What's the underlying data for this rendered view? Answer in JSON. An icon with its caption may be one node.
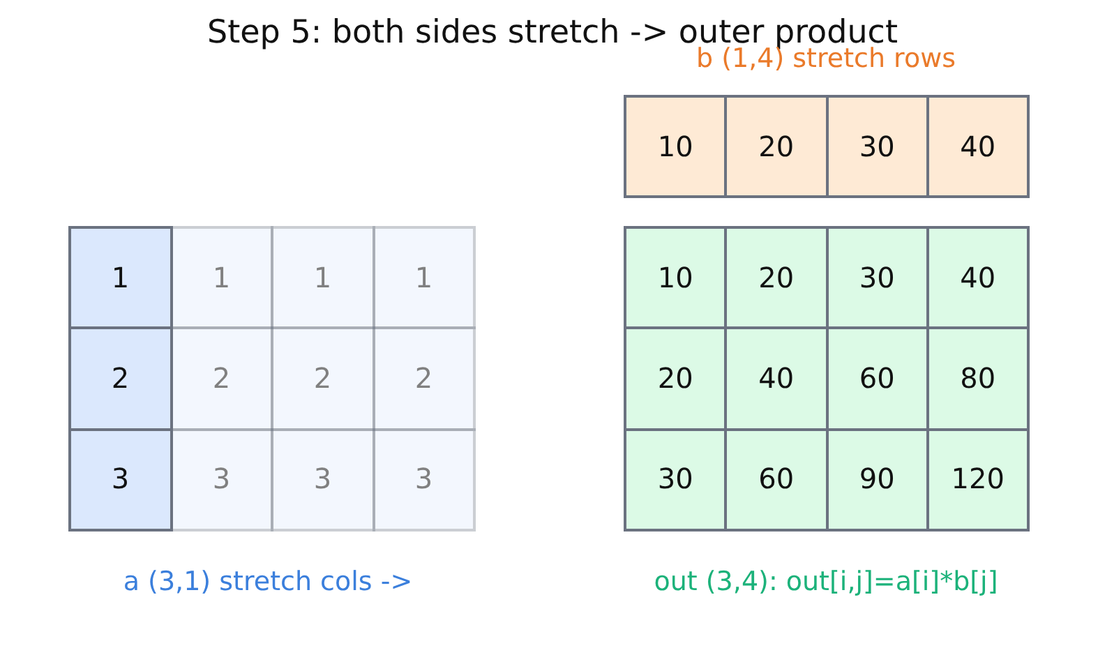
{
  "diagram": {
    "title": "Step 5: both sides stretch -> outer product",
    "nodes": [
      {
        "text": [
          "10"
        ]
      },
      {
        "text": [
          "20"
        ]
      },
      {
        "text": [
          "30"
        ]
      },
      {
        "text": [
          "40"
        ]
      },
      {
        "text": [
          "1"
        ]
      },
      {
        "text": [
          "1"
        ]
      },
      {
        "text": [
          "1"
        ]
      },
      {
        "text": [
          "1"
        ]
      },
      {
        "text": [
          "2"
        ]
      },
      {
        "text": [
          "2"
        ]
      },
      {
        "text": [
          "2"
        ]
      },
      {
        "text": [
          "2"
        ]
      },
      {
        "text": [
          "3"
        ]
      },
      {
        "text": [
          "3"
        ]
      },
      {
        "text": [
          "3"
        ]
      },
      {
        "text": [
          "3"
        ]
      },
      {
        "text": [
          "10"
        ]
      },
      {
        "text": [
          "20"
        ]
      },
      {
        "text": [
          "30"
        ]
      },
      {
        "text": [
          "40"
        ]
      },
      {
        "text": [
          "20"
        ]
      },
      {
        "text": [
          "40"
        ]
      },
      {
        "text": [
          "60"
        ]
      },
      {
        "text": [
          "80"
        ]
      },
      {
        "text": [
          "30"
        ]
      },
      {
        "text": [
          "60"
        ]
      },
      {
        "text": [
          "90"
        ]
      },
      {
        "text": [
          "120"
        ]
      }
    ],
    "labels": [
      "b (1,4) stretch rows",
      "a (3,1) stretch cols ->",
      "out (3,4): out[i,j]=a[i]*b[j]"
    ]
  }
}
